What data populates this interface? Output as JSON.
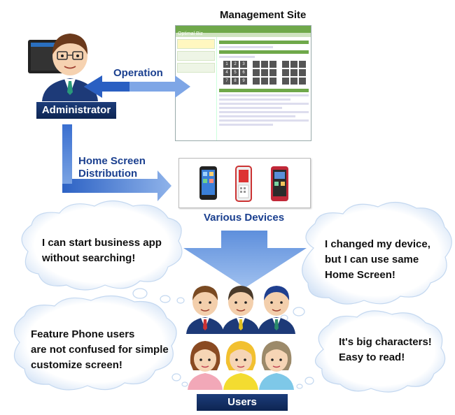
{
  "title": "Management Site",
  "labels": {
    "operation": "Operation",
    "home_screen_line1": "Home Screen",
    "home_screen_line2": "Distribution",
    "administrator": "Administrator",
    "various_devices": "Various Devices",
    "users": "Users"
  },
  "bubbles": [
    {
      "lines": [
        "I can start business app",
        "without searching!"
      ]
    },
    {
      "lines": [
        "I changed my device,",
        "but I can use same",
        "Home Screen!"
      ]
    },
    {
      "lines": [
        "Feature Phone users",
        "are not confused for simple",
        "customize screen!"
      ]
    },
    {
      "lines": [
        "It's big characters!",
        "Easy to read!"
      ]
    }
  ],
  "management_site_screen": {
    "app_name": "Optimal Biz",
    "keypad": [
      "1",
      "2",
      "3",
      "4",
      "5",
      "6",
      "7",
      "8",
      "9"
    ]
  },
  "colors": {
    "arrow": "#4a7fd0",
    "label_blue": "#1a3f8f",
    "dark_box": "#0d2552",
    "accent_green": "#6fa84a"
  }
}
